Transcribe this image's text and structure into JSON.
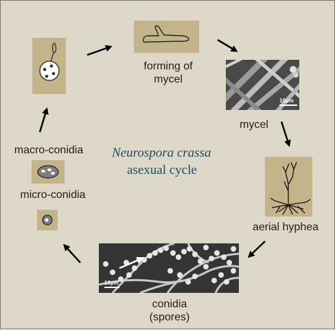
{
  "title": {
    "species": "Neurospora crassa",
    "subtitle": "asexual cycle"
  },
  "stages": {
    "forming": "forming of\nmycel",
    "mycel": "mycel",
    "aerial": "aerial hyphea",
    "conidia": "conidia\n(spores)",
    "macro": "macro-conidia",
    "micro": "micro-conidia"
  },
  "scale_bars": {
    "mycel": "10µm",
    "conidia": "10µm"
  },
  "colors": {
    "background": "#ddd8c9",
    "panel": "#c3b48a",
    "title": "#1f4e5f",
    "arrow": "#000000"
  }
}
